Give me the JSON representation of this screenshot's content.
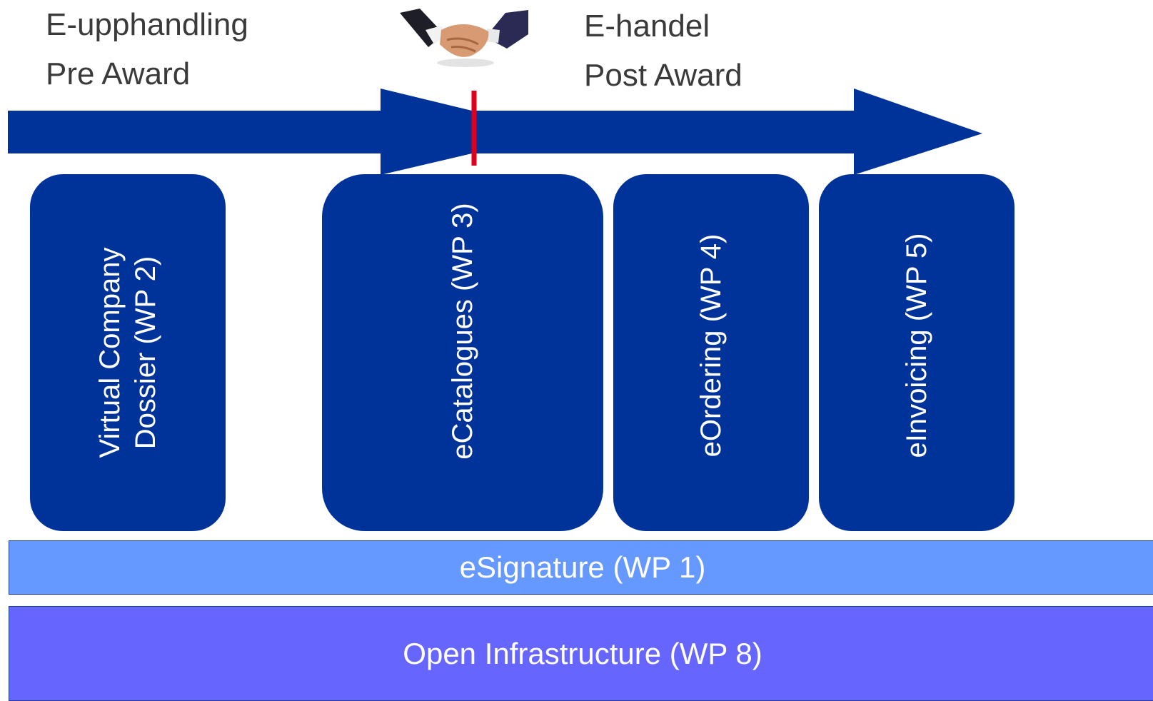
{
  "phases": {
    "pre": {
      "line1": "E-upphandling",
      "line2": "Pre Award"
    },
    "post": {
      "line1": "E-handel",
      "line2": "Post Award"
    }
  },
  "icons": {
    "handshake": "handshake-icon"
  },
  "colors": {
    "arrow": "#003399",
    "divider": "#e0001b",
    "box": "#003399",
    "esignature": "#6699ff",
    "infrastructure": "#6666ff"
  },
  "boxes": [
    {
      "line1": "Virtual Company",
      "line2": "Dossier (WP 2)"
    },
    {
      "line1": "eCatalogues (WP 3)"
    },
    {
      "line1": "eOrdering (WP 4)"
    },
    {
      "line1": "eInvoicing (WP 5)"
    }
  ],
  "bars": {
    "esignature": "eSignature (WP 1)",
    "infrastructure": "Open Infrastructure (WP 8)"
  }
}
